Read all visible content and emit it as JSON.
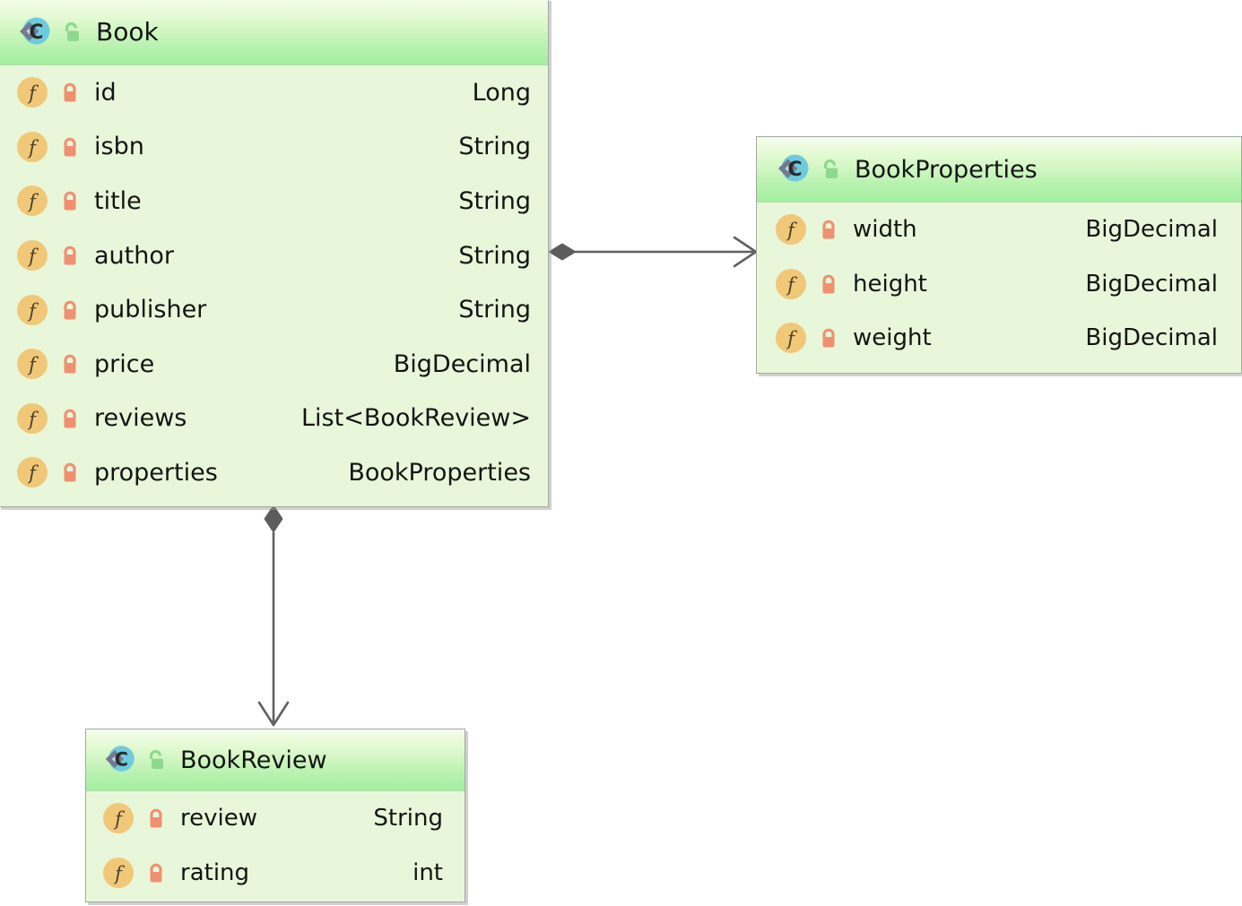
{
  "diagram": {
    "kind": "uml-class-diagram",
    "background": "#ffffff",
    "palette": {
      "header_gradient_top": "#f4fdec",
      "header_gradient_bottom": "#a2efa0",
      "body_fill": "#e8f7da",
      "border": "#a6a6a6",
      "text": "#141414",
      "connector": "#606060",
      "class_icon_circle": "#6ecbdd",
      "class_icon_letter": "#2b2b2b",
      "class_icon_diamond": "#707b91",
      "public_lock": "#8fd98f",
      "field_icon_circle": "#f0c878",
      "field_icon_letter": "#4a4030",
      "private_lock": "#f09070"
    },
    "classes": [
      {
        "id": "book",
        "name": "Book",
        "visibility_icon": "unlocked-green-lock-icon",
        "type_icon": "class-icon",
        "members": [
          {
            "icon": "field-icon",
            "lock": "private-lock-icon",
            "name": "id",
            "type": "Long"
          },
          {
            "icon": "field-icon",
            "lock": "private-lock-icon",
            "name": "isbn",
            "type": "String"
          },
          {
            "icon": "field-icon",
            "lock": "private-lock-icon",
            "name": "title",
            "type": "String"
          },
          {
            "icon": "field-icon",
            "lock": "private-lock-icon",
            "name": "author",
            "type": "String"
          },
          {
            "icon": "field-icon",
            "lock": "private-lock-icon",
            "name": "publisher",
            "type": "String"
          },
          {
            "icon": "field-icon",
            "lock": "private-lock-icon",
            "name": "price",
            "type": "BigDecimal"
          },
          {
            "icon": "field-icon",
            "lock": "private-lock-icon",
            "name": "reviews",
            "type": "List<BookReview>"
          },
          {
            "icon": "field-icon",
            "lock": "private-lock-icon",
            "name": "properties",
            "type": "BookProperties"
          }
        ]
      },
      {
        "id": "bookproperties",
        "name": "BookProperties",
        "visibility_icon": "unlocked-green-lock-icon",
        "type_icon": "class-icon",
        "members": [
          {
            "icon": "field-icon",
            "lock": "private-lock-icon",
            "name": "width",
            "type": "BigDecimal"
          },
          {
            "icon": "field-icon",
            "lock": "private-lock-icon",
            "name": "height",
            "type": "BigDecimal"
          },
          {
            "icon": "field-icon",
            "lock": "private-lock-icon",
            "name": "weight",
            "type": "BigDecimal"
          }
        ]
      },
      {
        "id": "bookreview",
        "name": "BookReview",
        "visibility_icon": "unlocked-green-lock-icon",
        "type_icon": "class-icon",
        "members": [
          {
            "icon": "field-icon",
            "lock": "private-lock-icon",
            "name": "review",
            "type": "String"
          },
          {
            "icon": "field-icon",
            "lock": "private-lock-icon",
            "name": "rating",
            "type": "int"
          }
        ]
      }
    ],
    "relationships": [
      {
        "id": "book-to-bookproperties",
        "kind": "composition",
        "source": "Book",
        "target": "BookProperties",
        "source_marker": "filled-diamond",
        "target_marker": "open-arrow",
        "orientation": "horizontal",
        "label": ""
      },
      {
        "id": "book-to-bookreview",
        "kind": "composition",
        "source": "Book",
        "target": "BookReview",
        "source_marker": "filled-diamond",
        "target_marker": "open-arrow",
        "orientation": "vertical",
        "label": ""
      }
    ]
  }
}
